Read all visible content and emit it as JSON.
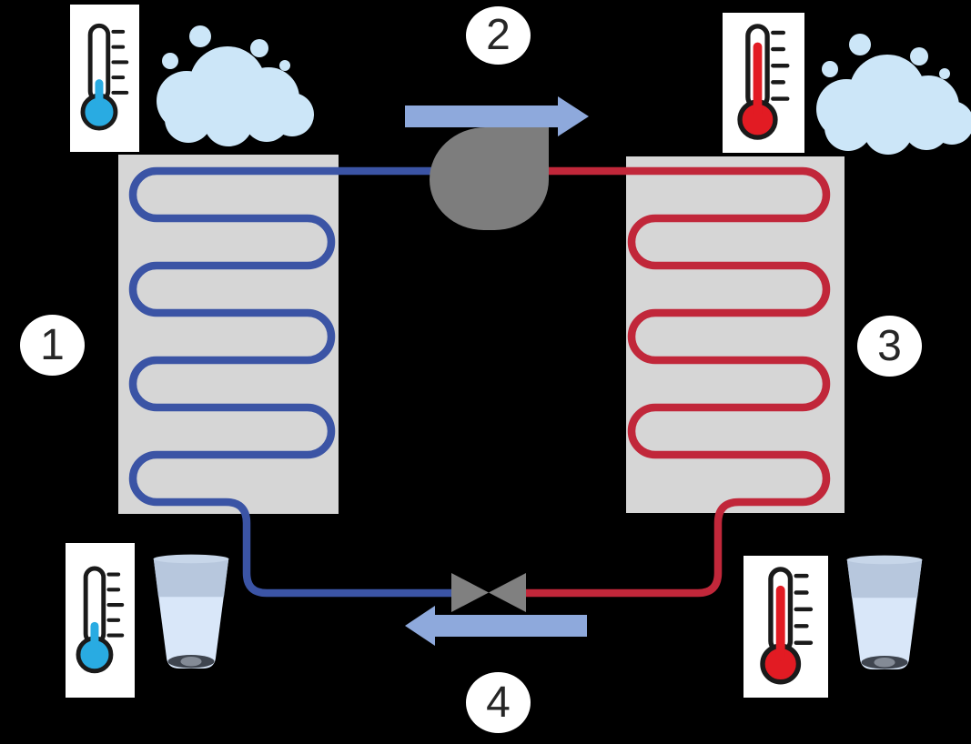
{
  "steps": {
    "s1": "1",
    "s2": "2",
    "s3": "3",
    "s4": "4"
  },
  "colors": {
    "background": "#000000",
    "heat_exchanger_panel": "#D6D6D6",
    "cold_pipe": "#3B54A5",
    "hot_pipe": "#C1273A",
    "flow_arrow": "#8EA9DC",
    "compressor": "#7D7D7D",
    "expansion_valve": "#808080",
    "cloud": "#CCE6F8",
    "cold_accent": "#29ABE2",
    "hot_accent": "#E21B23",
    "glass_water": "#D9E7F9",
    "glass_upper": "#B7C7DD"
  },
  "icons": {
    "cold_thermometer": "cold-thermometer-icon",
    "hot_thermometer": "hot-thermometer-icon",
    "gas_cloud": "cloud-icon",
    "water_glass": "water-glass-icon",
    "compressor": "compressor-icon",
    "expansion_valve": "expansion-valve-icon",
    "flow_right": "arrow-right-icon",
    "flow_left": "arrow-left-icon",
    "cold_coil": "evaporator-coil-icon",
    "hot_coil": "condenser-coil-icon"
  }
}
